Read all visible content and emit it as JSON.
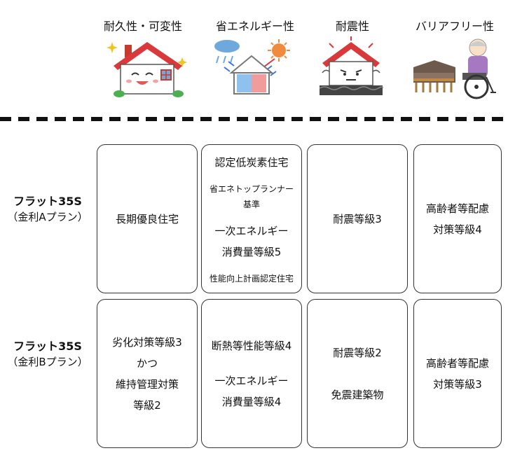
{
  "columns": [
    {
      "label": "耐久性・可変性",
      "icon": "happy-house-icon"
    },
    {
      "label": "省エネルギー性",
      "icon": "insulated-house-icon"
    },
    {
      "label": "耐震性",
      "icon": "earthquake-house-icon"
    },
    {
      "label": "バリアフリー性",
      "icon": "wheelchair-elder-icon"
    }
  ],
  "rows": [
    {
      "plan": "フラット35S",
      "rate": "（金利Aプラン）",
      "cells": [
        {
          "lines": [
            "長期優良住宅"
          ]
        },
        {
          "lines": [
            "認定低炭素住宅",
            "省エネトップランナー",
            "基準",
            "一次エネルギー",
            "消費量等級5",
            "性能向上計画認定住宅"
          ]
        },
        {
          "lines": [
            "耐震等級3"
          ]
        },
        {
          "lines": [
            "高齢者等配慮",
            "対策等級4"
          ]
        }
      ]
    },
    {
      "plan": "フラット35S",
      "rate": "（金利Bプラン）",
      "cells": [
        {
          "lines": [
            "劣化対策等級3",
            "かつ",
            "維持管理対策",
            "等級2"
          ]
        },
        {
          "lines": [
            "断熱等性能等級4",
            "一次エネルギー",
            "消費量等級4"
          ]
        },
        {
          "lines": [
            "耐震等級2",
            "免震建築物"
          ]
        },
        {
          "lines": [
            "高齢者等配慮",
            "対策等級3"
          ]
        }
      ]
    }
  ],
  "colors": {
    "roof_red": "#d9393b",
    "border": "#333333",
    "sky_blue": "#4aa3df",
    "sun_orange": "#f08a3e"
  }
}
